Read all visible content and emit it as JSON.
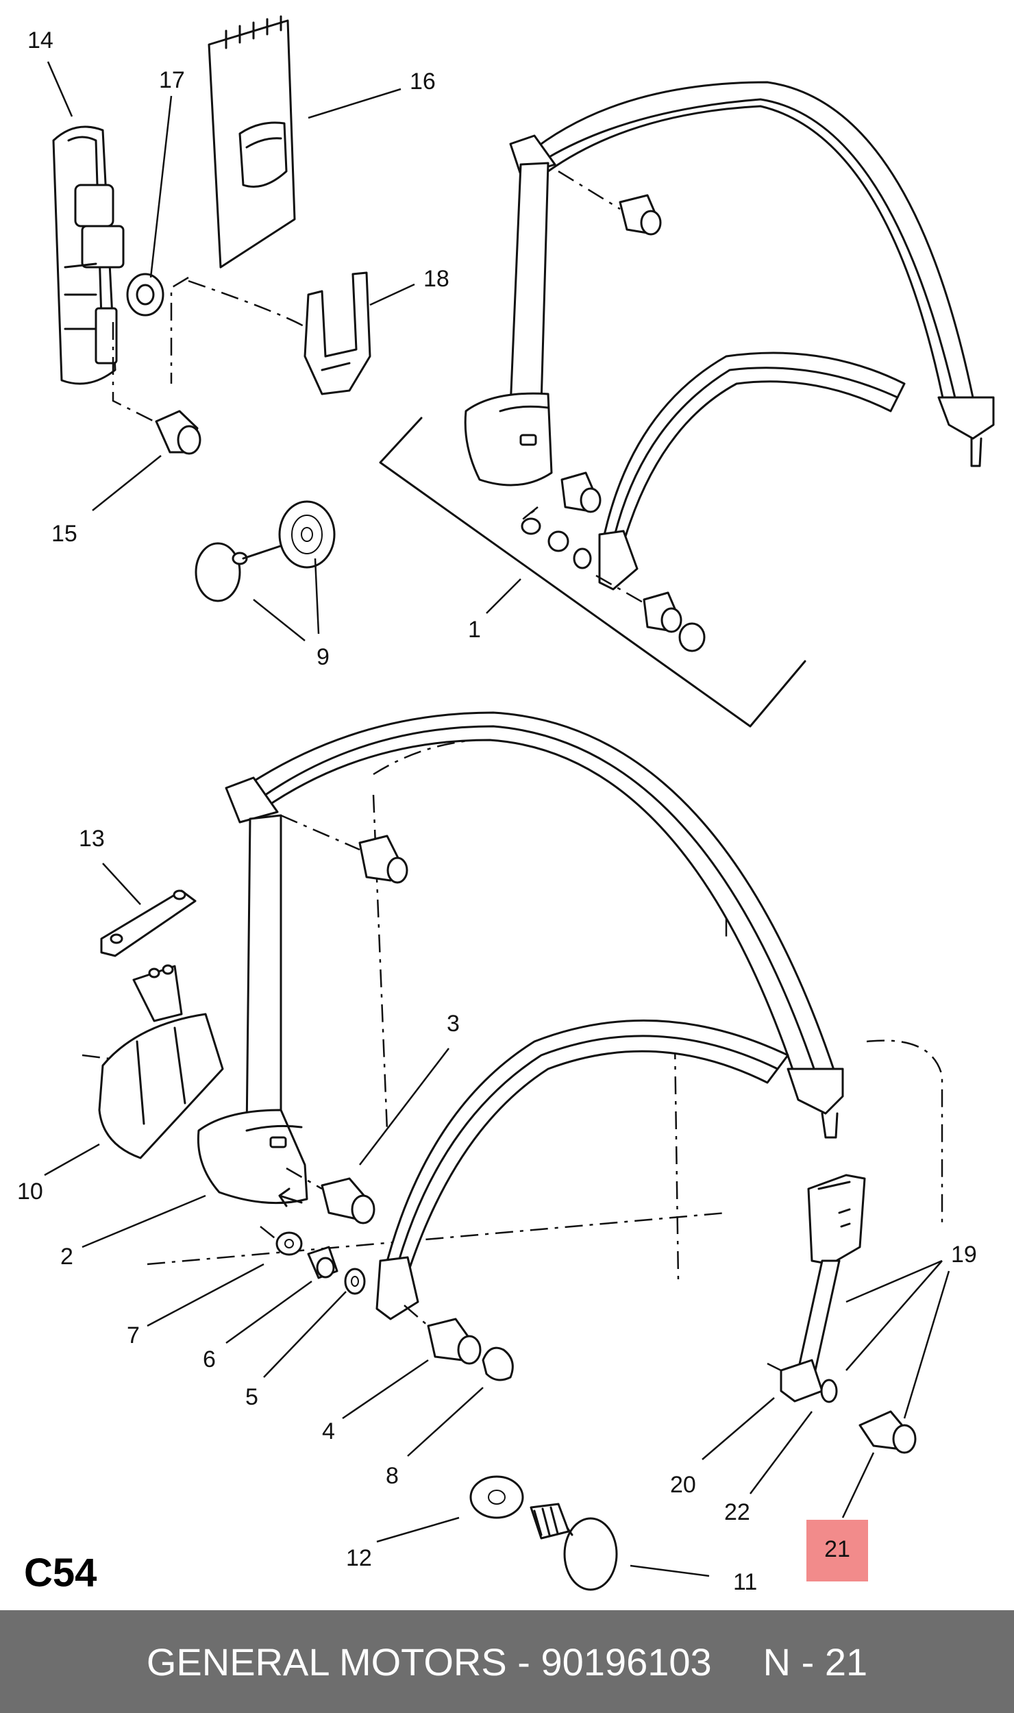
{
  "diagram": {
    "section_code": "C54",
    "highlight_label": "21",
    "callouts": [
      "1",
      "2",
      "3",
      "4",
      "5",
      "6",
      "7",
      "8",
      "9",
      "10",
      "11",
      "12",
      "13",
      "14",
      "15",
      "16",
      "17",
      "18",
      "19",
      "20",
      "22"
    ]
  },
  "footer": {
    "brand": "GENERAL MOTORS",
    "separator": " - ",
    "part_number": "90196103",
    "position": "N - 21"
  },
  "colors": {
    "highlight": "#f28b8b",
    "footer_bg": "#6e6e6e",
    "footer_text": "#ffffff",
    "line": "#111111"
  }
}
